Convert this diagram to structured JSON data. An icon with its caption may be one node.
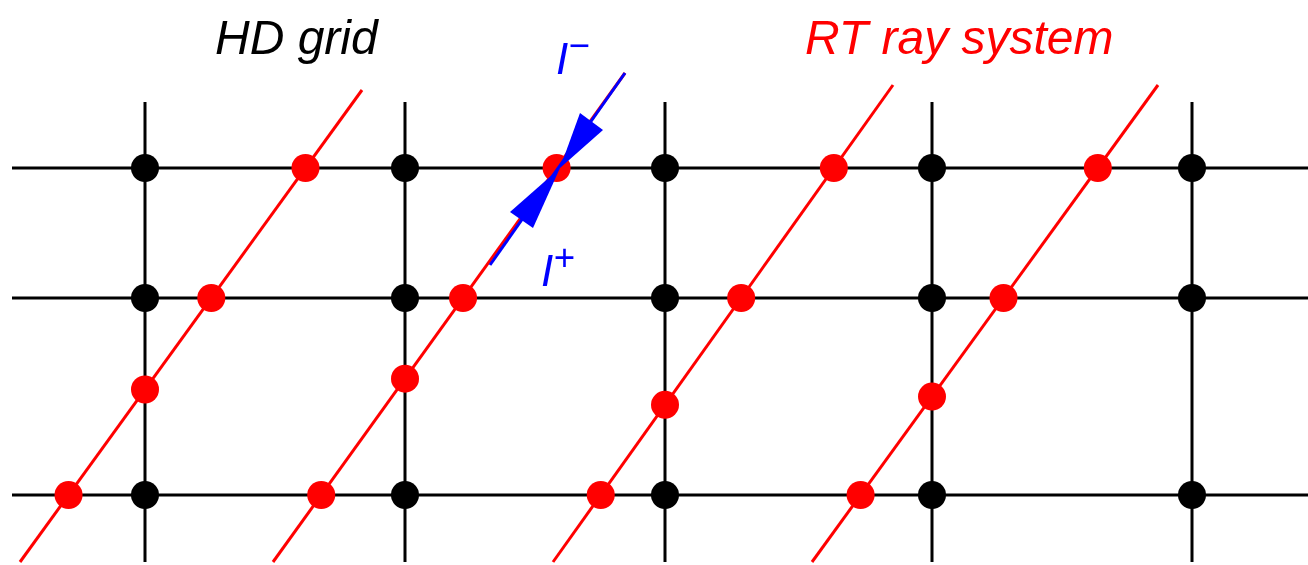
{
  "diagram": {
    "labels": [
      "HD grid",
      "RT ray system",
      "I$^{−}$",
      "I$^{+}$"
    ]
  }
}
